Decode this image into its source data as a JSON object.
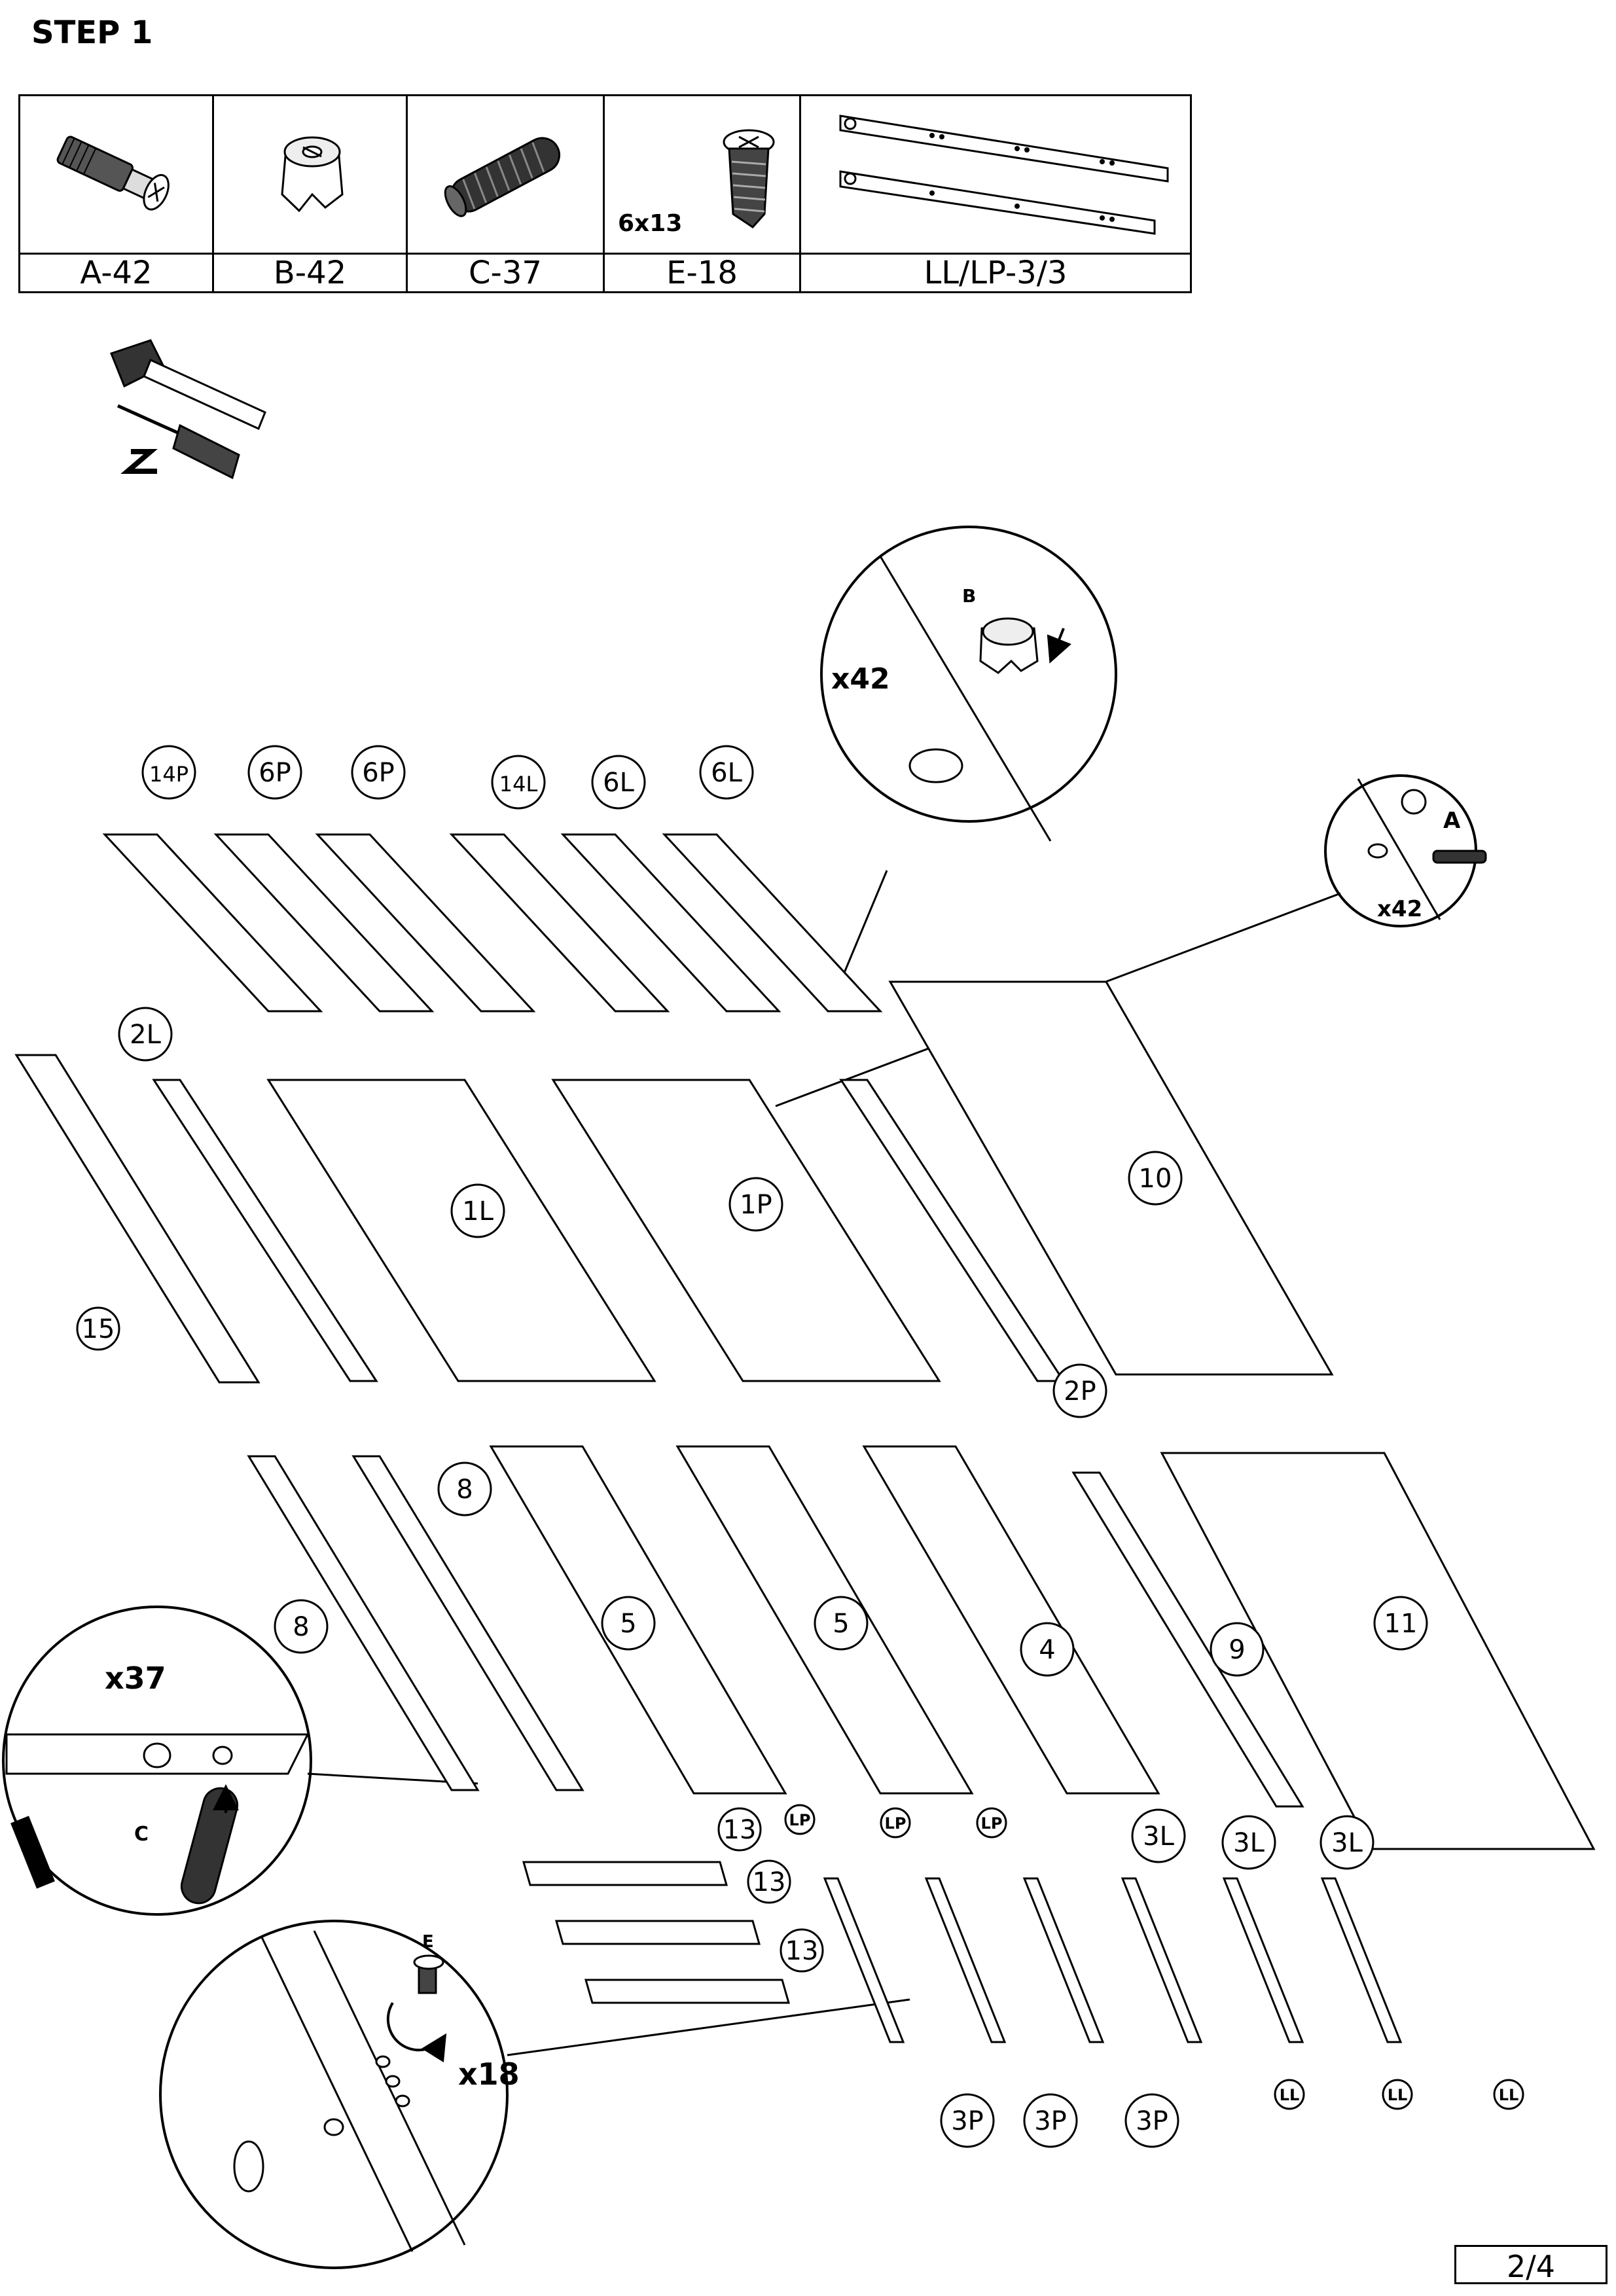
{
  "step": "STEP 1",
  "parts": [
    {
      "code": "A-42",
      "icon": "cam-bolt-icon"
    },
    {
      "code": "B-42",
      "icon": "cam-lock-icon"
    },
    {
      "code": "C-37",
      "icon": "wood-dowel-icon"
    },
    {
      "code": "E-18",
      "icon": "screw-icon",
      "size": "6x13"
    },
    {
      "code": "LL/LP-3/3",
      "icon": "drawer-runner-icon"
    }
  ],
  "tools": [
    "hammer-icon",
    "screwdriver-icon",
    "allen-key-icon"
  ],
  "callouts": {
    "cam_lock": {
      "letter": "B",
      "qty": "x42"
    },
    "cam_bolt": {
      "letter": "A",
      "qty": "x42"
    },
    "dowel": {
      "letter": "C",
      "qty": "x37"
    },
    "screw": {
      "letter": "E",
      "qty": "x18"
    }
  },
  "panel_labels": [
    "14P",
    "6P",
    "6P",
    "14L",
    "6L",
    "6L",
    "2L",
    "15",
    "1L",
    "1P",
    "10",
    "2P",
    "8",
    "8",
    "5",
    "5",
    "4",
    "9",
    "11",
    "13",
    "13",
    "13",
    "3P",
    "3P",
    "3P",
    "3L",
    "3L",
    "3L"
  ],
  "runner_labels": [
    "LP",
    "LP",
    "LP",
    "LL",
    "LL",
    "LL"
  ],
  "hardware_letters": [
    "A",
    "B",
    "C",
    "E"
  ],
  "page": "2/4"
}
